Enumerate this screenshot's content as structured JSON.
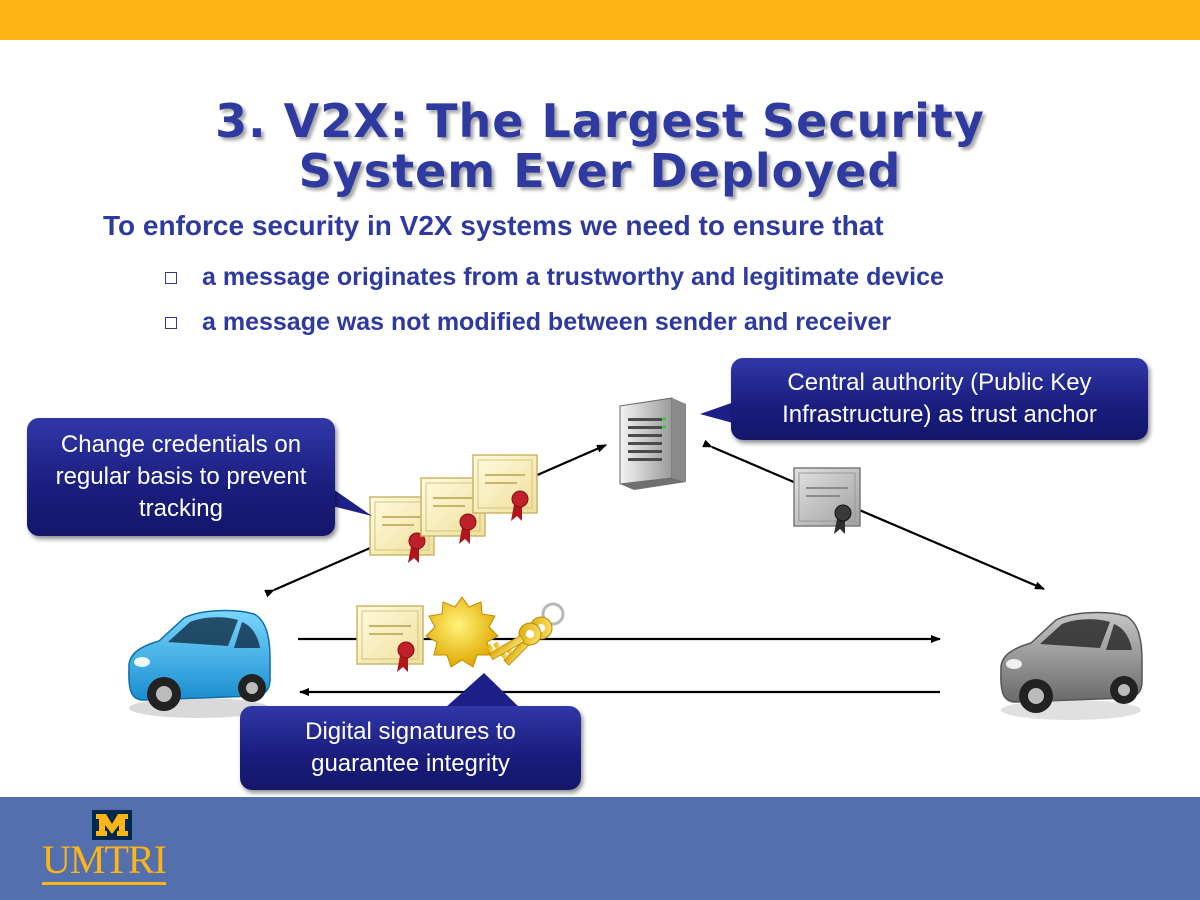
{
  "slide": {
    "title_line1": "3. V2X: The Largest Security",
    "title_line2": "System Ever Deployed",
    "subtitle": "To enforce security in V2X systems we need to ensure that",
    "bullets": [
      "a message originates from a trustworthy and legitimate device",
      "a message was not modified between sender and receiver"
    ]
  },
  "callouts": {
    "central_authority": "Central authority (Public Key Infrastructure) as trust anchor",
    "change_credentials": "Change credentials on regular basis to prevent tracking",
    "digital_signatures": "Digital signatures to guarantee integrity"
  },
  "logo": {
    "block_letter": "M",
    "text": "UMTRI"
  },
  "colors": {
    "top_bar": "#FDB515",
    "footer": "#546FAE",
    "title": "#2E3A9F",
    "callout": "#1a1d7c",
    "blue_car": "#3cb4e6",
    "gray_car": "#8a8a8a"
  },
  "icons": [
    "server-icon",
    "certificate-icon",
    "seal-icon",
    "keys-icon",
    "car-icon"
  ]
}
